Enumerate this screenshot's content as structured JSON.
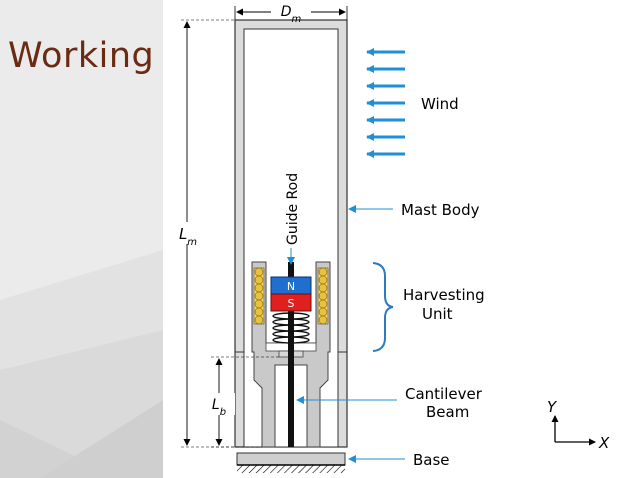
{
  "slide": {
    "title": "Working"
  },
  "diagram": {
    "dim_top_label": "D_m",
    "dim_left_label": "L_m",
    "dim_beam_label": "L_b",
    "guide_rod": "Guide Rod",
    "magnet_top": "N",
    "magnet_bottom": "S",
    "labels": {
      "wind": "Wind",
      "mast_body": "Mast Body",
      "harvesting_1": "Harvesting",
      "harvesting_2": "Unit",
      "cantilever_1": "Cantilever",
      "cantilever_2": "Beam",
      "base": "Base"
    },
    "axes": {
      "y": "Y",
      "x": "X"
    },
    "colors": {
      "arrow": "#1f8fd6",
      "magnet_n": "#1e6fd0",
      "magnet_s": "#e0201e",
      "coil": "#e8c23a",
      "brace": "#2b7bbf",
      "title": "#6b2a12"
    }
  }
}
